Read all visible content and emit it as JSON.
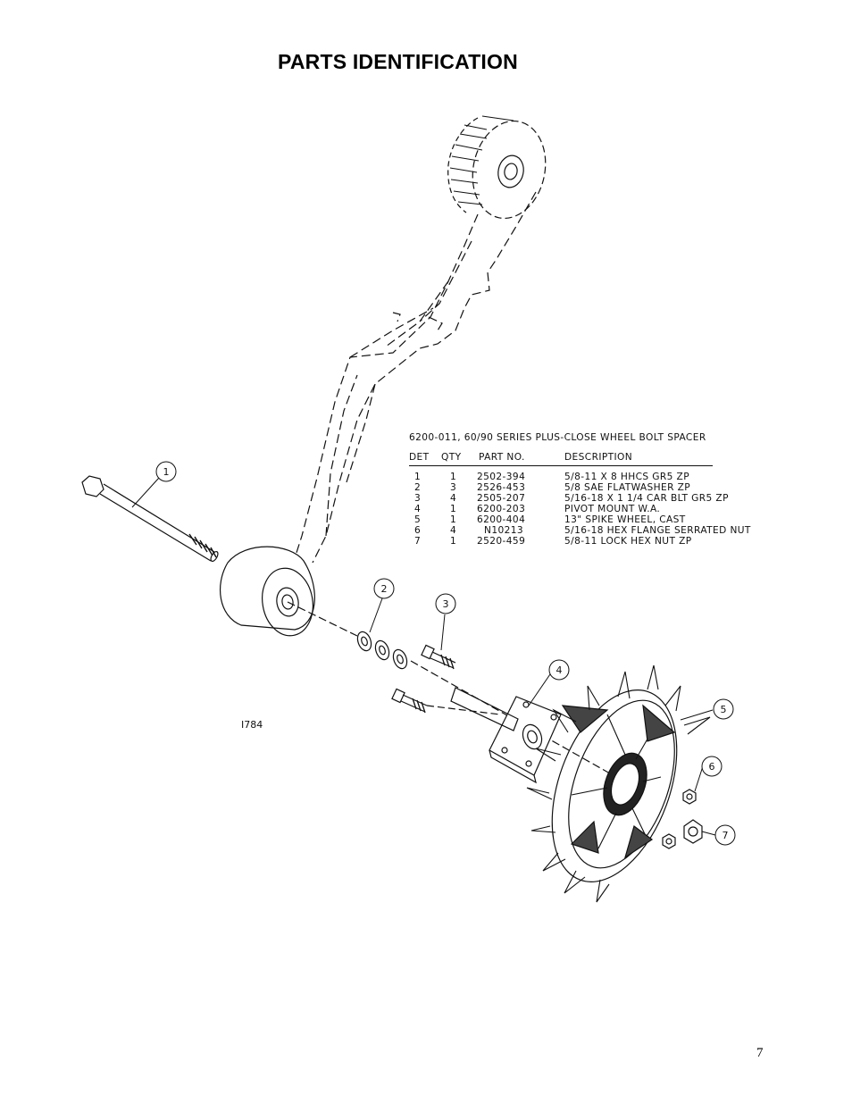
{
  "page": {
    "title": "PARTS IDENTIFICATION",
    "figure_id": "I784",
    "page_number": "7"
  },
  "parts_table": {
    "title": "6200-011,   60/90 SERIES PLUS-CLOSE WHEEL BOLT SPACER",
    "headers": {
      "det": "DET",
      "qty": "QTY",
      "part_no": "PART NO.",
      "description": "DESCRIPTION"
    },
    "rows": [
      {
        "det": "1",
        "qty": "1",
        "part_no": "2502-394",
        "description": "5/8-11 X 8 HHCS GR5 ZP"
      },
      {
        "det": "2",
        "qty": "3",
        "part_no": "2526-453",
        "description": "5/8 SAE FLATWASHER ZP"
      },
      {
        "det": "3",
        "qty": "4",
        "part_no": "2505-207",
        "description": "5/16-18 X 1 1/4 CAR BLT GR5 ZP"
      },
      {
        "det": "4",
        "qty": "1",
        "part_no": "6200-203",
        "description": "PIVOT MOUNT W.A."
      },
      {
        "det": "5",
        "qty": "1",
        "part_no": "6200-404",
        "description": "13\" SPIKE WHEEL, CAST"
      },
      {
        "det": "6",
        "qty": "4",
        "part_no": "N10213",
        "description": "5/16-18 HEX FLANGE SERRATED NUT"
      },
      {
        "det": "7",
        "qty": "1",
        "part_no": "2520-459",
        "description": "5/8-11 LOCK HEX NUT ZP"
      }
    ]
  },
  "callouts": [
    "1",
    "2",
    "3",
    "4",
    "5",
    "6",
    "7"
  ]
}
